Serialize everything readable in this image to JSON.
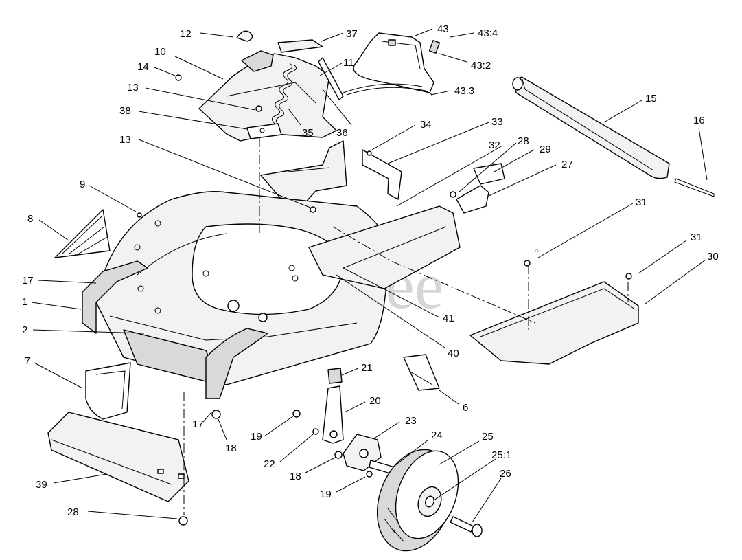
{
  "watermark": {
    "text": "PartsTree",
    "mark": "™"
  },
  "callouts": [
    {
      "id": "c12",
      "label": "12"
    },
    {
      "id": "c37",
      "label": "37"
    },
    {
      "id": "c43",
      "label": "43"
    },
    {
      "id": "c43-4",
      "label": "43:4"
    },
    {
      "id": "c10",
      "label": "10"
    },
    {
      "id": "c14",
      "label": "14"
    },
    {
      "id": "c43-2",
      "label": "43:2"
    },
    {
      "id": "c11",
      "label": "11"
    },
    {
      "id": "c13a",
      "label": "13"
    },
    {
      "id": "c43-3",
      "label": "43:3"
    },
    {
      "id": "c15",
      "label": "15"
    },
    {
      "id": "c38",
      "label": "38"
    },
    {
      "id": "c36",
      "label": "36"
    },
    {
      "id": "c35",
      "label": "35"
    },
    {
      "id": "c34",
      "label": "34"
    },
    {
      "id": "c33",
      "label": "33"
    },
    {
      "id": "c16",
      "label": "16"
    },
    {
      "id": "c13b",
      "label": "13"
    },
    {
      "id": "c32",
      "label": "32"
    },
    {
      "id": "c28a",
      "label": "28"
    },
    {
      "id": "c29",
      "label": "29"
    },
    {
      "id": "c27",
      "label": "27"
    },
    {
      "id": "c9",
      "label": "9"
    },
    {
      "id": "c31a",
      "label": "31"
    },
    {
      "id": "c8",
      "label": "8"
    },
    {
      "id": "c31b",
      "label": "31"
    },
    {
      "id": "c30",
      "label": "30"
    },
    {
      "id": "c17a",
      "label": "17"
    },
    {
      "id": "c1",
      "label": "1"
    },
    {
      "id": "c41",
      "label": "41"
    },
    {
      "id": "c2",
      "label": "2"
    },
    {
      "id": "c40",
      "label": "40"
    },
    {
      "id": "c7",
      "label": "7"
    },
    {
      "id": "c21",
      "label": "21"
    },
    {
      "id": "c6",
      "label": "6"
    },
    {
      "id": "c20",
      "label": "20"
    },
    {
      "id": "c17b",
      "label": "17"
    },
    {
      "id": "c23",
      "label": "23"
    },
    {
      "id": "c19a",
      "label": "19"
    },
    {
      "id": "c24",
      "label": "24"
    },
    {
      "id": "c25",
      "label": "25"
    },
    {
      "id": "c18a",
      "label": "18"
    },
    {
      "id": "c22",
      "label": "22"
    },
    {
      "id": "c25-1",
      "label": "25:1"
    },
    {
      "id": "c18b",
      "label": "18"
    },
    {
      "id": "c26",
      "label": "26"
    },
    {
      "id": "c39",
      "label": "39"
    },
    {
      "id": "c19b",
      "label": "19"
    },
    {
      "id": "c28b",
      "label": "28"
    }
  ]
}
